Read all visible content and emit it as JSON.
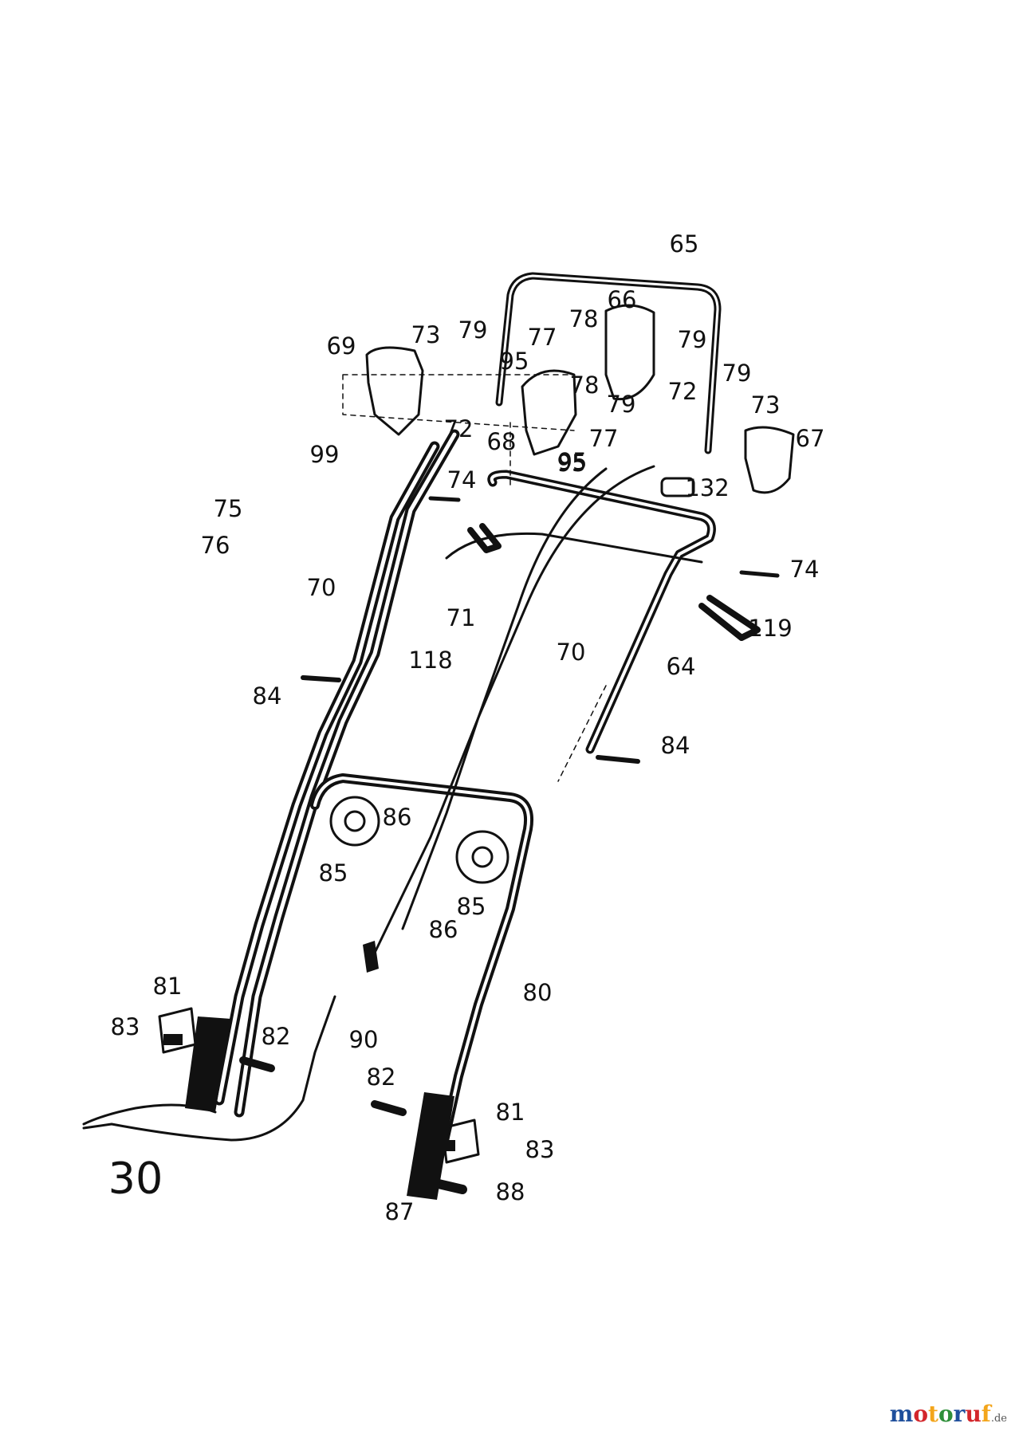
{
  "diagram": {
    "figure_number": "30",
    "part_labels": [
      "65",
      "66",
      "78",
      "77",
      "79",
      "69",
      "73",
      "79",
      "95",
      "78",
      "79",
      "72",
      "79",
      "73",
      "67",
      "72",
      "68",
      "95",
      "77",
      "95",
      "99",
      "74",
      "132",
      "75",
      "76",
      "70",
      "74",
      "119",
      "71",
      "70",
      "118",
      "64",
      "84",
      "84",
      "86",
      "85",
      "85",
      "86",
      "80",
      "81",
      "83",
      "82",
      "90",
      "82",
      "81",
      "83",
      "88",
      "87"
    ]
  },
  "watermark": {
    "letters": [
      "m",
      "o",
      "t",
      "o",
      "r",
      "u",
      "f"
    ],
    "colors": [
      "#1f4f9c",
      "#d3262b",
      "#f3a51b",
      "#2f8f3a",
      "#1f4f9c",
      "#d3262b",
      "#f3a51b"
    ],
    "suffix": ".de"
  }
}
